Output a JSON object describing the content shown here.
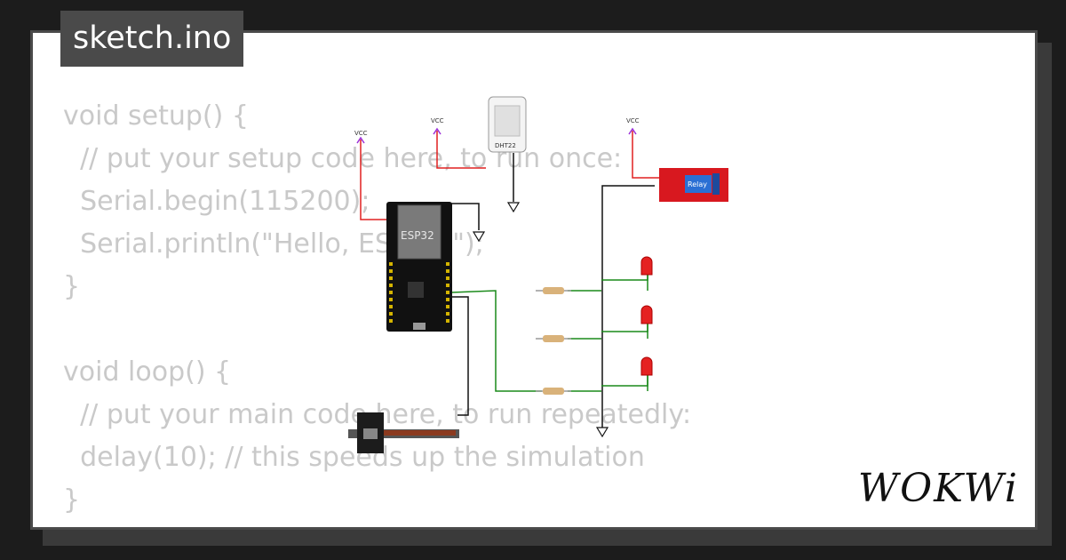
{
  "tab": {
    "title": "sketch.ino"
  },
  "code": {
    "lines": [
      "void setup() {",
      "  // put your setup code here, to run once:",
      "  Serial.begin(115200);",
      "  Serial.println(\"Hello, ESP32!\");",
      "}",
      "",
      "void loop() {",
      "  // put your main code here, to run repeatedly:",
      "  delay(10); // this speeds up the simulation",
      "}"
    ]
  },
  "circuit": {
    "vcc_label": "VCC",
    "board_label": "ESP32",
    "sensor_label": "DHT22",
    "relay_label": "Relay",
    "wire_colors": {
      "power": "#e02020",
      "ground": "#111111",
      "signal": "#1a8a1a"
    }
  },
  "brand": {
    "logo": "WOKWi"
  },
  "icons": {
    "ground": "ground-symbol-icon",
    "vcc": "vcc-arrow-icon",
    "led": "red-led-icon"
  }
}
